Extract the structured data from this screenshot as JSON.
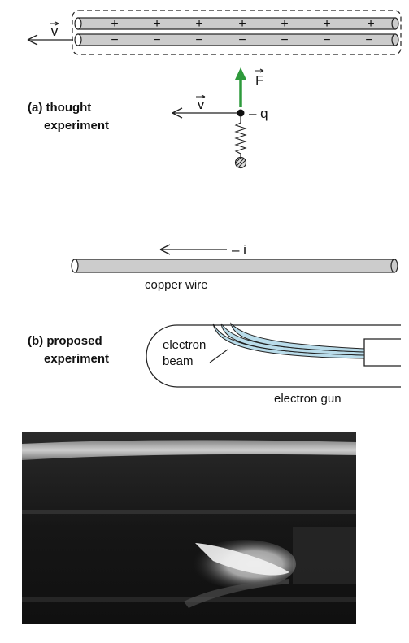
{
  "figure": {
    "part_a": {
      "vector_v_top": "v",
      "plus_signs": [
        "+",
        "+",
        "+",
        "+",
        "+",
        "+",
        "+"
      ],
      "minus_signs": [
        "−",
        "−",
        "−",
        "−",
        "−",
        "−",
        "−"
      ],
      "force_label": "F",
      "velocity_label": "v",
      "charge_label": "– q",
      "caption_line1": "(a) thought",
      "caption_line2": "experiment"
    },
    "part_b": {
      "current_label": "– i",
      "wire_label": "copper wire",
      "beam_label_line1": "electron",
      "beam_label_line2": "beam",
      "gun_label": "electron gun",
      "caption_line1": "(b) proposed",
      "caption_line2": "experiment"
    },
    "colors": {
      "force_arrow": "#2e9a3c",
      "beam_fill": "#b9dcea",
      "wire_fill": "#cccccc",
      "photo_bg": "#1a1a1a"
    }
  }
}
